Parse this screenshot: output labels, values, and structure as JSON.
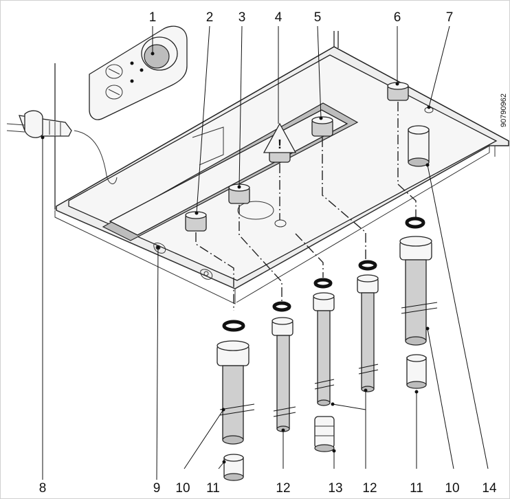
{
  "drawing_code": "90790962",
  "labels": {
    "l1": "1",
    "l2": "2",
    "l3": "3",
    "l4": "4",
    "l5": "5",
    "l6": "6",
    "l7": "7",
    "l8": "8",
    "l9": "9",
    "l10a": "10",
    "l11a": "11",
    "l12a": "12",
    "l13": "13",
    "l12b": "12",
    "l11b": "11",
    "l10b": "10",
    "l14": "14"
  },
  "warning_symbol": "!",
  "icons": {
    "warning": "warning-triangle-icon",
    "plug": "power-plug-icon"
  }
}
